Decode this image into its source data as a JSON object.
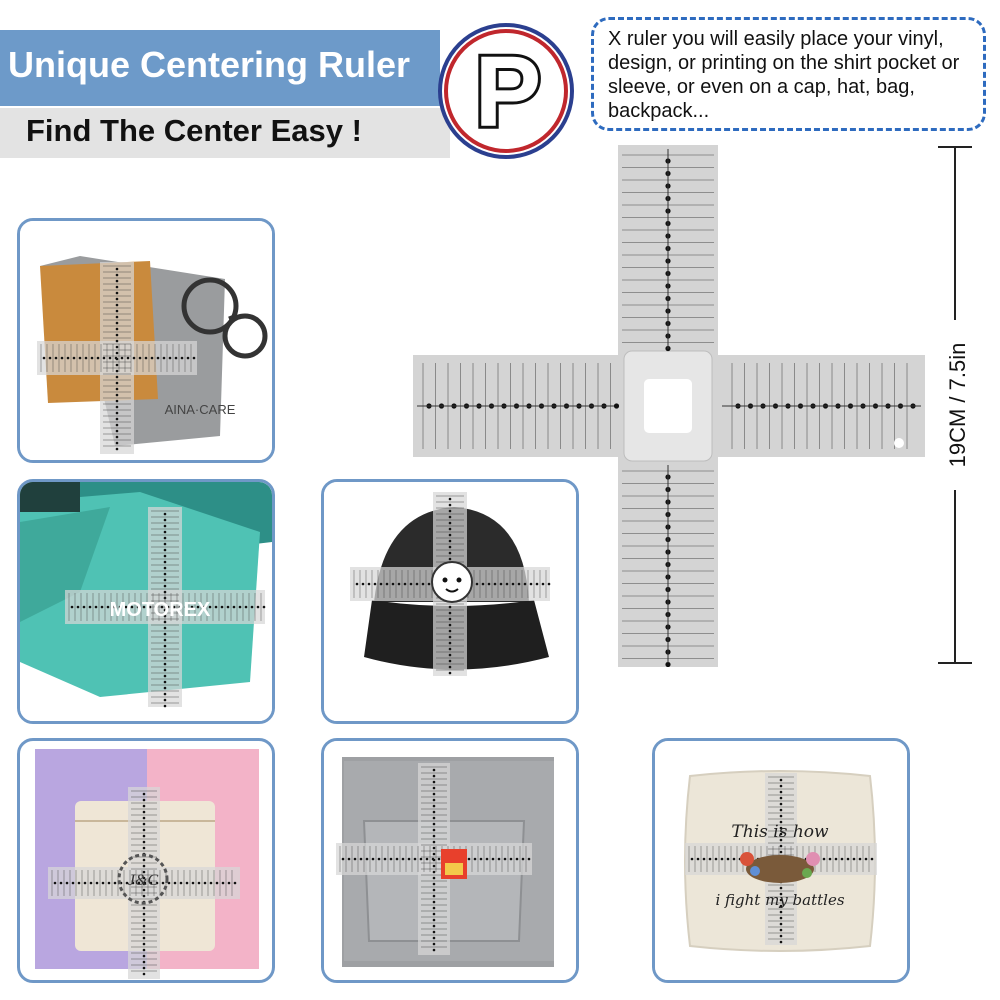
{
  "header": {
    "title": "Unique Centering Ruler",
    "subtitle": "Find The Center Easy !",
    "logo_letter": "P"
  },
  "callout": {
    "text": "X ruler you will easily place your vinyl, design, or printing on the shirt pocket or sleeve, or even on a cap, hat, bag, backpack..."
  },
  "dimension": {
    "label": "19CM / 7.5in"
  },
  "panels": [
    {
      "id": "cleaning-cloth",
      "icon": "cleaning-cloth-image",
      "brand_text": "AINA·CARE"
    },
    {
      "id": "shirt-sleeve",
      "icon": "shirt-sleeve-image",
      "brand_text": "MOTOREX"
    },
    {
      "id": "cap",
      "icon": "cap-image"
    },
    {
      "id": "drawstring-bag",
      "icon": "drawstring-bag-image",
      "monogram": "J&C"
    },
    {
      "id": "shirt-pocket",
      "icon": "shirt-pocket-image"
    },
    {
      "id": "pillow",
      "icon": "pillow-image",
      "print_line1": "This is how",
      "print_line2": "i fight my battles"
    }
  ],
  "colors": {
    "title_band": "#6d9ac9",
    "panel_border": "#6f98c7",
    "callout_border": "#2e6bbf",
    "ruler": "#d4d4d4",
    "logo_ring_red": "#c0272d",
    "logo_ring_blue": "#2b3f8f"
  }
}
